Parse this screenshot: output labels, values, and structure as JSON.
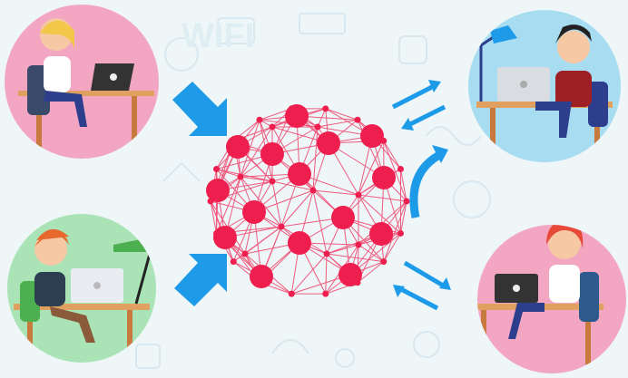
{
  "background": {
    "color": "#eef6f8",
    "doodle_color": "#d9e8ee"
  },
  "palette": {
    "pink_circle": "#f2a6c2",
    "blue_circle": "#a8dcf0",
    "green_circle": "#a9e3b6",
    "network_node": "#ee1f4f",
    "network_line": "#f05a7e",
    "arrow_blue": "#1e9be8",
    "desk_wood": "#c87a3e",
    "desk_top": "#e0a060"
  },
  "illustration": {
    "subjects": [
      "person-at-laptop-top-left",
      "person-at-laptop-bottom-left",
      "person-at-laptop-top-right",
      "person-at-laptop-bottom-right"
    ],
    "center": "network-globe",
    "arrows": [
      "arrow-in-top-left",
      "arrow-in-bottom-left",
      "arrow-exchange-top-right",
      "arrow-curve-right",
      "arrow-exchange-bottom-right"
    ]
  }
}
